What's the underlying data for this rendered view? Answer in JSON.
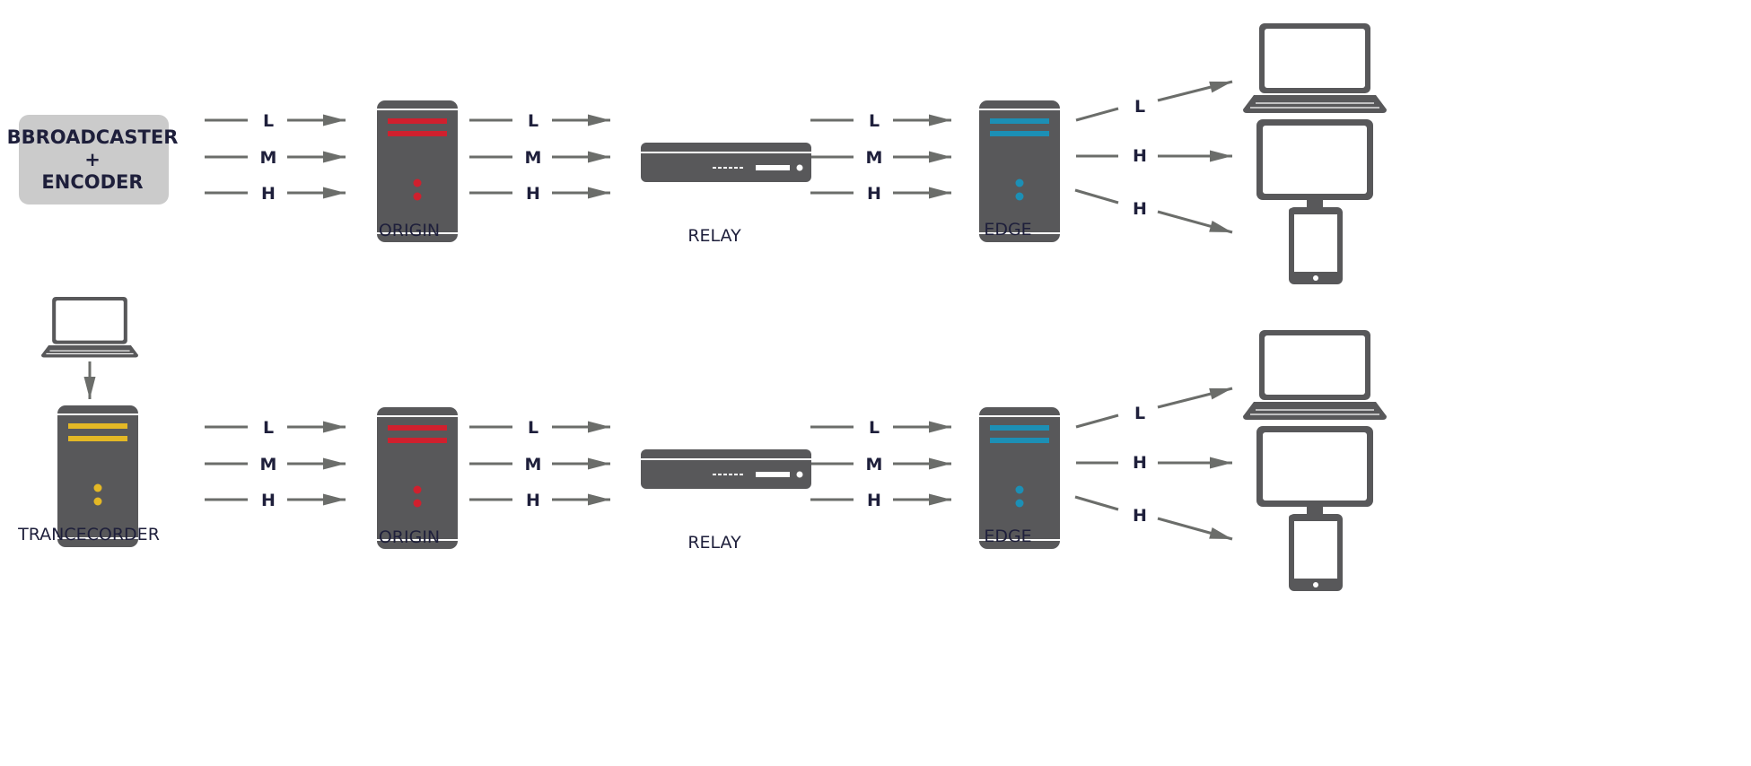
{
  "colors": {
    "device": "#58585a",
    "arrow": "#6b6d6a",
    "origin_accent": "#d0202e",
    "edge_accent": "#1c8fb5",
    "transcoder_accent": "#e4b825",
    "source_box": "#cbcbcb",
    "text": "#1e1f3b"
  },
  "rows": [
    {
      "source": {
        "kind": "broadcaster",
        "lines": [
          "BBROADCASTER",
          "+",
          "ENCODER"
        ]
      },
      "stages": [
        "ORIGIN",
        "RELAY",
        "EDGE"
      ],
      "groups": [
        [
          "L",
          "M",
          "H"
        ],
        [
          "L",
          "M",
          "H"
        ],
        [
          "L",
          "M",
          "H"
        ]
      ],
      "client_labels": [
        "L",
        "H",
        "H"
      ],
      "clients": [
        "laptop-icon",
        "monitor-icon",
        "tablet-icon"
      ]
    },
    {
      "source": {
        "kind": "transcoder",
        "label": "TRANCECORDER"
      },
      "stages": [
        "ORIGIN",
        "RELAY",
        "EDGE"
      ],
      "groups": [
        [
          "L",
          "M",
          "H"
        ],
        [
          "L",
          "M",
          "H"
        ],
        [
          "L",
          "M",
          "H"
        ]
      ],
      "client_labels": [
        "L",
        "H",
        "H"
      ],
      "clients": [
        "laptop-icon",
        "monitor-icon",
        "tablet-icon"
      ]
    }
  ]
}
